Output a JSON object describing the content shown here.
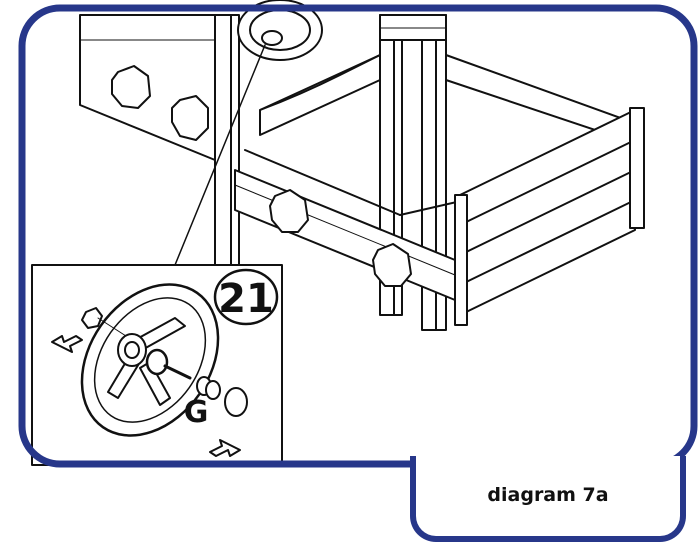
{
  "caption": "diagram 7a",
  "inset": {
    "part_number": "21",
    "part_letter": "G"
  },
  "colors": {
    "frame": "#27378a",
    "line": "#111111",
    "fill": "#ffffff"
  }
}
